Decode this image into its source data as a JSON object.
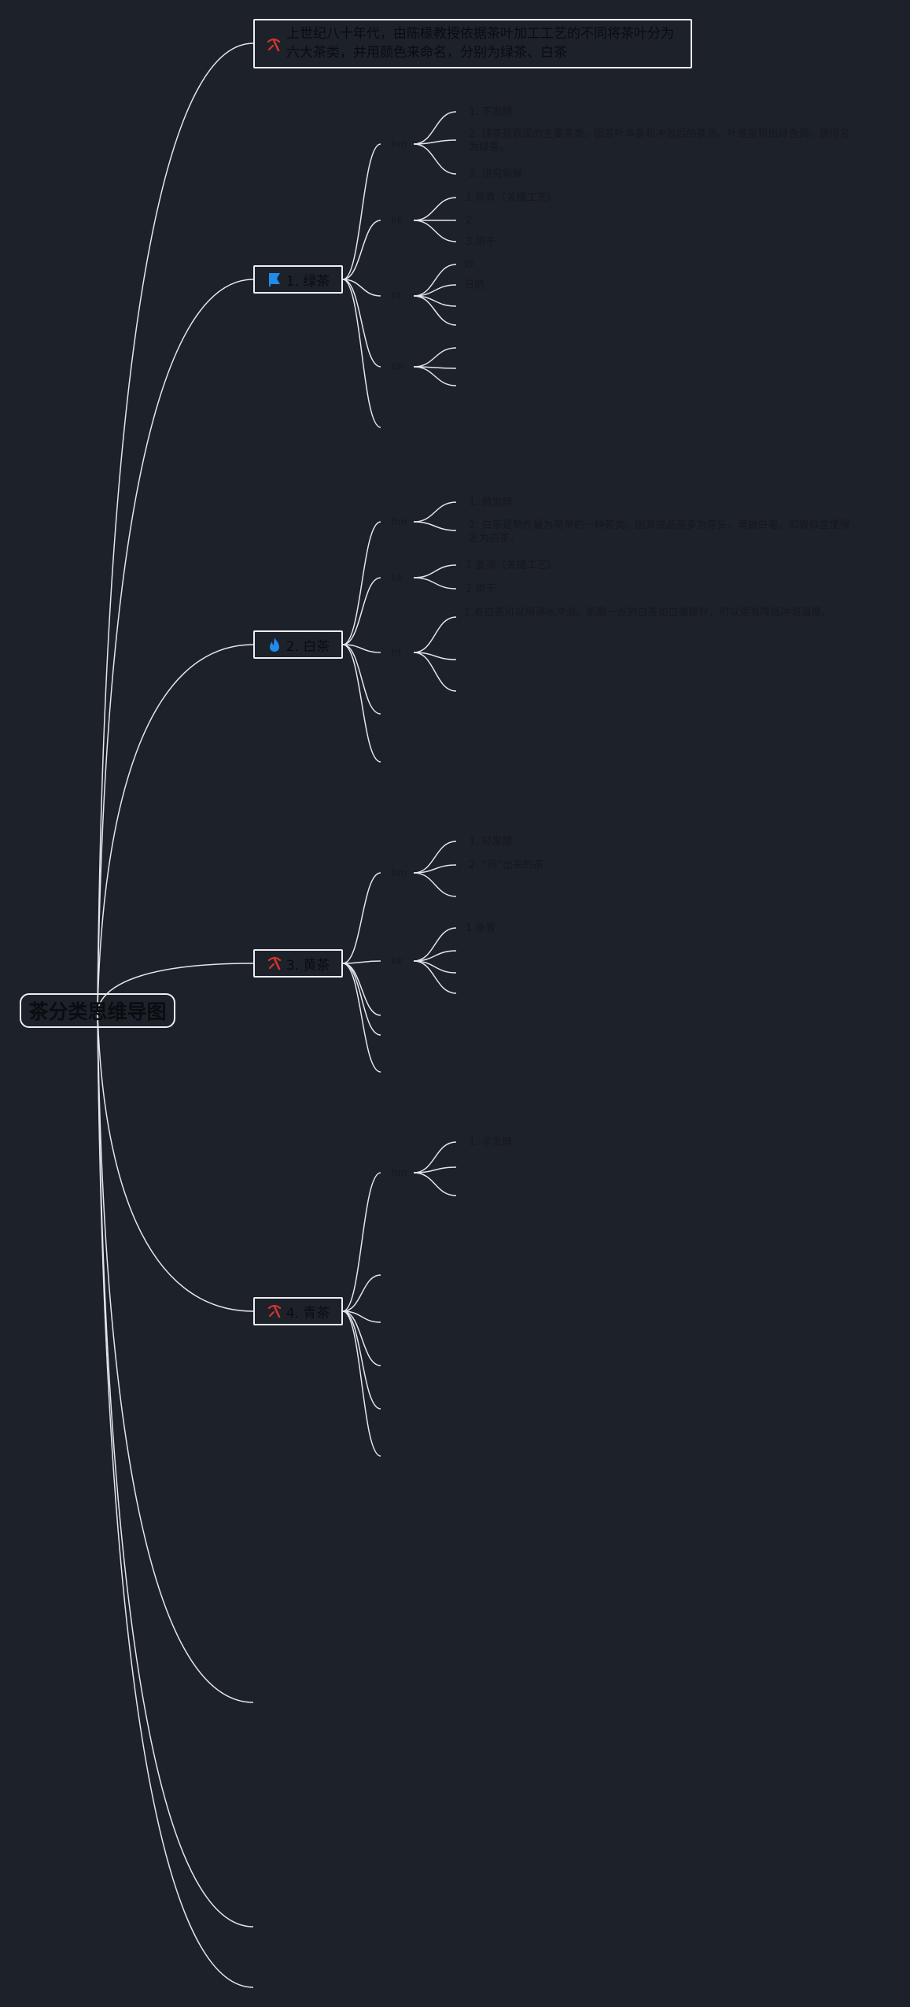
{
  "root": {
    "title": "茶分类思维导图"
  },
  "intro": {
    "text": "上世纪八十年代，由陈椽教授依据茶叶加工工艺的不同将茶叶分为六大茶类，并用颜色来命名，分别为绿茶、白茶"
  },
  "icons": {
    "pick": "pick-icon",
    "flag": "flag-icon",
    "fire": "fire-icon"
  },
  "colors": {
    "background": "#1d212a",
    "line": "#e4e6ea",
    "node_border": "#eceef2",
    "node_text": "#0a0c10",
    "pick_icon": "#d2352e",
    "flag_icon": "#1f8ceb",
    "fire_icon": "#1f8ceb"
  },
  "branches": [
    {
      "label": "1. 绿茶",
      "icon": "flag-icon",
      "subs": [
        {
          "label": "hm",
          "leaves": [
            "1. 不发酵",
            "2. 绿茶是我国的主要茶类。因茶叶本身和冲泡后的茶汤、叶底呈现出绿色调，便得名为绿茶。",
            "3. 讲究新鲜"
          ]
        },
        {
          "label": "kk",
          "leaves": [
            "1.杀青（关键工艺）",
            "2.",
            "3.烘干"
          ]
        },
        {
          "label": "ht",
          "leaves": [
            "炒",
            "日晒",
            "",
            ""
          ]
        },
        {
          "label": "kh",
          "leaves": [
            "",
            "",
            ""
          ]
        }
      ]
    },
    {
      "label": "2. 白茶",
      "icon": "fire-icon",
      "subs": [
        {
          "label": "hm",
          "leaves": [
            "1. 微发酵",
            "2. 白茶是制作最为简单的一种茶类。因其成品茶多为芽头，满披白毫，如银似雪便得名为白茶。"
          ]
        },
        {
          "label": "kk",
          "leaves": [
            "1.萎凋（关键工艺）",
            "2.烘干"
          ]
        },
        {
          "label": "ht",
          "leaves": [
            "1.老白茶可以用沸水冲泡。新嫩一点的白茶如白毫银针，可以适当降低冲泡温度。",
            "",
            ""
          ]
        }
      ]
    },
    {
      "label": "3. 黄茶",
      "icon": "pick-icon",
      "subs": [
        {
          "label": "hm",
          "leaves": [
            "1. 轻发酵",
            "2. “闷”出来的茶"
          ]
        },
        {
          "label": "kk",
          "leaves": [
            "1.杀青",
            "",
            "",
            ""
          ]
        }
      ]
    },
    {
      "label": "4. 青茶",
      "icon": "pick-icon",
      "subs": [
        {
          "label": "hm",
          "leaves": [
            "1. 半发酵",
            "",
            ""
          ]
        }
      ]
    }
  ]
}
